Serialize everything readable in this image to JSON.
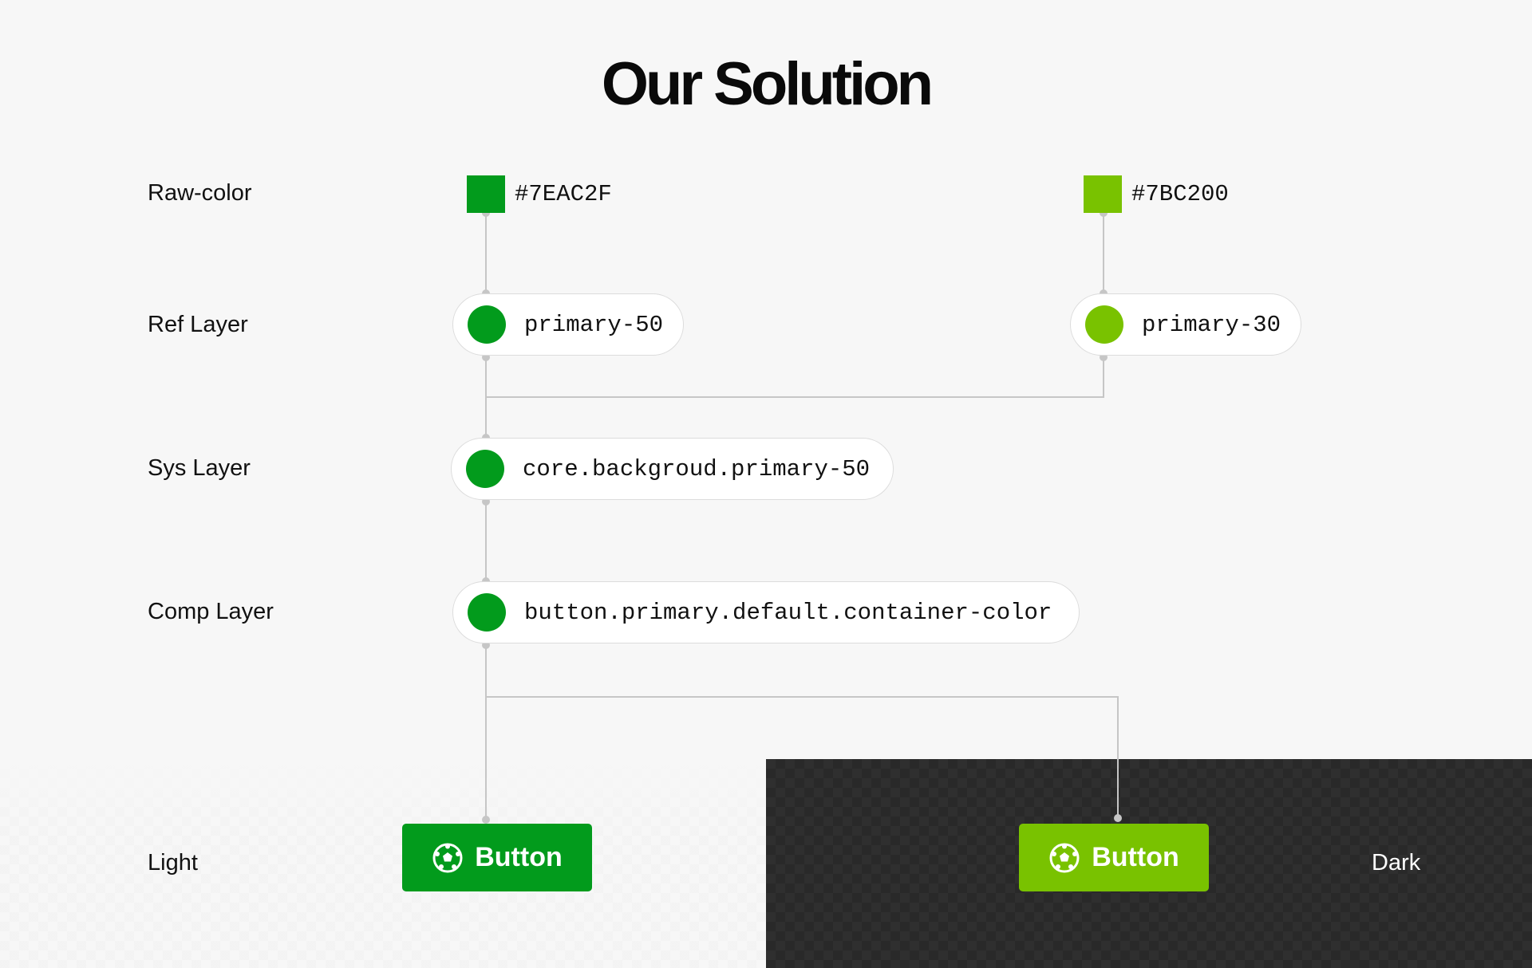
{
  "title": "Our Solution",
  "rows": {
    "raw": "Raw-color",
    "ref": "Ref Layer",
    "sys": "Sys Layer",
    "comp": "Comp Layer",
    "light": "Light",
    "dark": "Dark"
  },
  "raw_colors": [
    {
      "hex": "#7EAC2F",
      "color": "#029b1c"
    },
    {
      "hex": "#7BC200",
      "color": "#79c200"
    }
  ],
  "ref_tokens": [
    {
      "label": "primary-50",
      "color": "#029b1c"
    },
    {
      "label": "primary-30",
      "color": "#79c200"
    }
  ],
  "sys_token": {
    "label": "core.backgroud.primary-50",
    "color": "#029b1c"
  },
  "comp_token": {
    "label": "button.primary.default.container-color",
    "color": "#029b1c"
  },
  "buttons": {
    "light": {
      "label": "Button",
      "color": "#029b1c",
      "icon": "soccer-ball-icon"
    },
    "dark": {
      "label": "Button",
      "color": "#79c200",
      "icon": "soccer-ball-icon"
    }
  },
  "colors": {
    "connector": "#c6c6c6",
    "background": "#f7f7f7",
    "dark_bg": "#2f2f2f"
  }
}
